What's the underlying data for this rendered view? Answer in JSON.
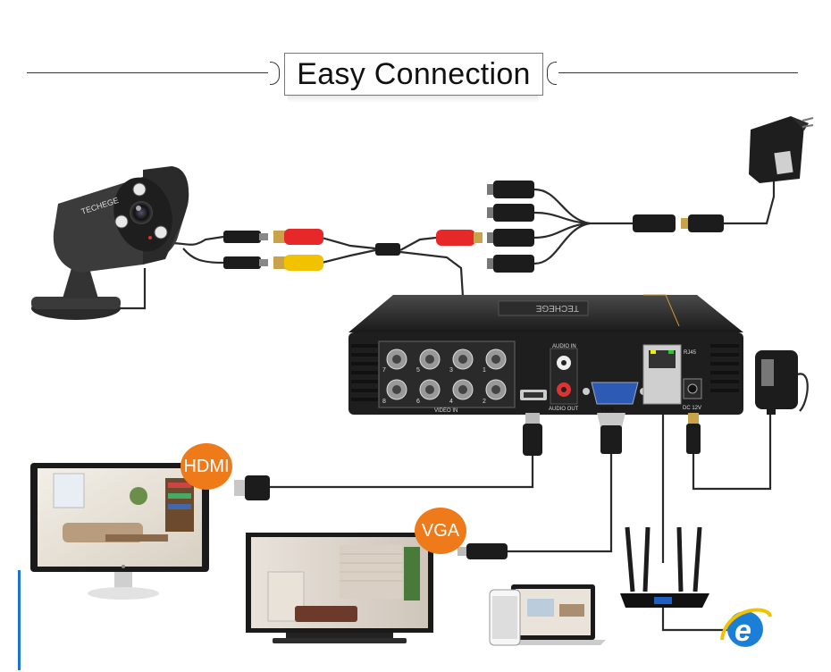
{
  "title": "Easy Connection",
  "labels": {
    "hdmi": "HDMI",
    "vga": "VGA",
    "camera_brand": "TECHEGE",
    "dvr_brand": "TECHEGE",
    "video_in": "VIDEO IN",
    "audio_in": "AUDIO IN",
    "audio_out": "AUDIO OUT",
    "vga_port": "VGA",
    "rj45": "RJ45",
    "dc12v": "DC 12V",
    "channels": [
      "7",
      "5",
      "3",
      "1",
      "8",
      "6",
      "4",
      "2"
    ]
  },
  "colors": {
    "accent": "#ee7a1a",
    "rca_red": "#e62828",
    "rca_yellow": "#f2c200",
    "device_dark": "#1e1e1e",
    "cable": "#2a2a2a",
    "ie_blue": "#1b7fd8"
  }
}
